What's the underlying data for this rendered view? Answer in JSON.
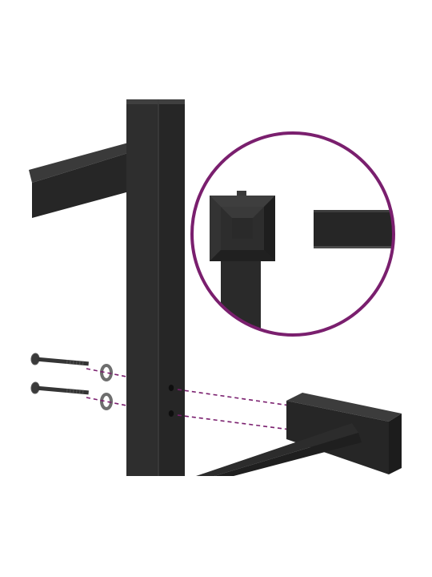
{
  "colors": {
    "background": "#ffffff",
    "metal": "#2b2b2b",
    "metal_dark": "#1f1f1f",
    "metal_light": "#3a3a3a",
    "highlight": "#4a4a4a",
    "hardware": "#3c3c3c",
    "hardware_ring": "#7a7a7a",
    "accent": "#7a1f6e"
  },
  "hardware": {
    "bolts": 2,
    "washers": 2
  },
  "icons": [
    "bolt-icon",
    "washer-icon",
    "zoom-detail-circle"
  ]
}
